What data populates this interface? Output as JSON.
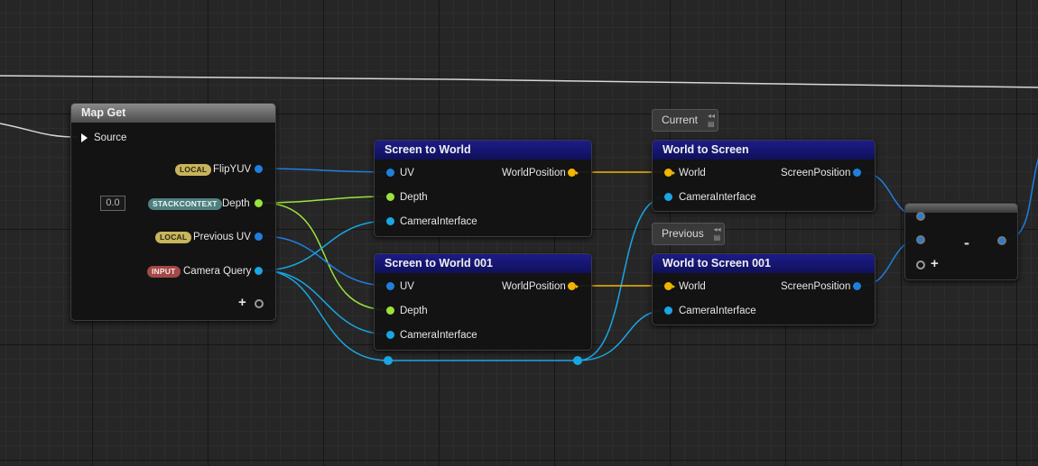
{
  "colors": {
    "blue_pin": "#1f7fe0",
    "lightblue_pin": "#1aa6e4",
    "green_pin": "#9be339",
    "yellow_pin": "#f2b500",
    "node_header_blue": "#1c1c88",
    "node_header_gray": "#8a8a8a"
  },
  "map_get": {
    "title": "Map Get",
    "source_label": "Source",
    "flip_yuv": {
      "badge": "LOCAL",
      "label": "FlipYUV"
    },
    "depth": {
      "badge": "STACKCONTEXT",
      "label": "Depth",
      "default_value": "0.0"
    },
    "previous_uv": {
      "badge": "LOCAL",
      "label": "Previous UV"
    },
    "camera_query": {
      "badge": "INPUT",
      "label": "Camera Query"
    },
    "add_pin": "+"
  },
  "screen_to_world": {
    "title": "Screen to World",
    "uv": "UV",
    "depth": "Depth",
    "camera": "CameraInterface",
    "output": "WorldPosition"
  },
  "screen_to_world_001": {
    "title": "Screen to World 001",
    "uv": "UV",
    "depth": "Depth",
    "camera": "CameraInterface",
    "output": "WorldPosition"
  },
  "world_to_screen": {
    "comment": "Current",
    "title": "World to Screen",
    "world": "World",
    "camera": "CameraInterface",
    "output": "ScreenPosition"
  },
  "world_to_screen_001": {
    "comment": "Previous",
    "title": "World to Screen 001",
    "world": "World",
    "camera": "CameraInterface",
    "output": "ScreenPosition"
  },
  "subtract": {
    "symbol": "-",
    "add_pin": "+"
  }
}
